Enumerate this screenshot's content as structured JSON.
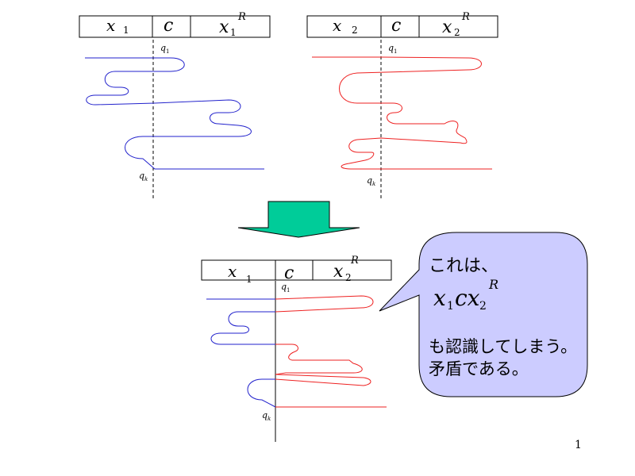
{
  "tapes": {
    "top_left": {
      "cell1": {
        "var": "x",
        "sub": "1"
      },
      "cell2": {
        "var": "c"
      },
      "cell3": {
        "var": "x",
        "sub": "1",
        "sup": "R"
      },
      "head_start": {
        "var": "q",
        "sub": "1"
      },
      "head_end": {
        "var": "q",
        "sub": "k"
      }
    },
    "top_right": {
      "cell1": {
        "var": "x",
        "sub": "2"
      },
      "cell2": {
        "var": "c"
      },
      "cell3": {
        "var": "x",
        "sub": "2",
        "sup": "R"
      },
      "head_start": {
        "var": "q",
        "sub": "1"
      },
      "head_end": {
        "var": "q",
        "sub": "k"
      }
    },
    "bottom": {
      "cell1": {
        "var": "x",
        "sub": "1"
      },
      "cell2": {
        "var": "c"
      },
      "cell3": {
        "var": "x",
        "sub": "2",
        "sup": "R"
      },
      "head_start": {
        "var": "q",
        "sub": "1"
      },
      "head_end": {
        "var": "q",
        "sub": "k"
      }
    }
  },
  "callout": {
    "line1": "これは、",
    "formula": {
      "a": "x",
      "a_sub": "1",
      "b": "cx",
      "c_sub": "2",
      "sup": "R"
    },
    "line3": "も認識してしまう。",
    "line4": "矛盾である。"
  },
  "page_number": "1",
  "colors": {
    "blue_path": "#2222cc",
    "red_path": "#ee2222",
    "arrow_fill": "#00cc99",
    "callout_fill": "#ccccff"
  }
}
